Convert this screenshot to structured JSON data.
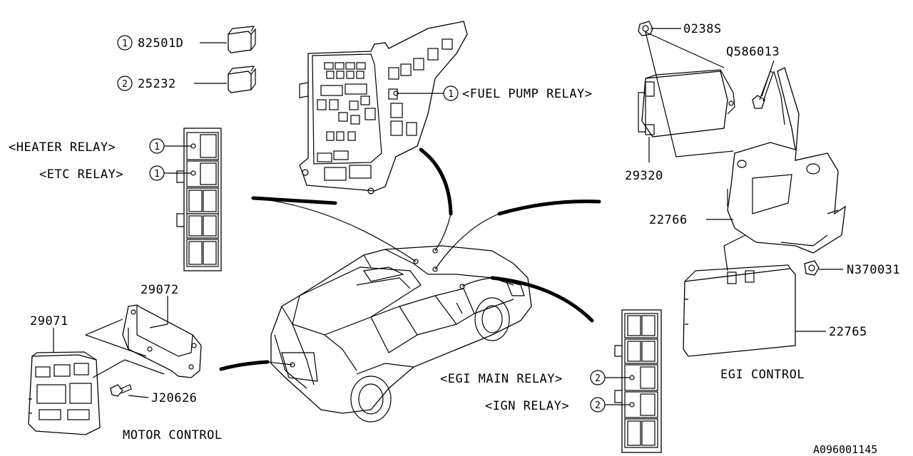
{
  "diagram": {
    "title_code": "A096001145",
    "callout_part_numbers": {
      "relay_1": "82501D",
      "relay_2": "25232"
    },
    "relay_labels": {
      "heater_relay": "<HEATER RELAY>",
      "etc_relay": "<ETC RELAY>",
      "fuel_pump_relay": "<FUEL PUMP RELAY>",
      "egi_main_relay": "<EGI MAIN RELAY>",
      "ign_relay": "<IGN RELAY>"
    },
    "callout_numbers": {
      "one": "1",
      "two": "2"
    },
    "parts": {
      "p0238s": "0238S",
      "q586013": "Q586013",
      "p29320": "29320",
      "p22766": "22766",
      "n370031": "N370031",
      "p22765": "22765",
      "p29072": "29072",
      "p29071": "29071",
      "j20626": "J20626"
    },
    "section_labels": {
      "egi_control": "EGI CONTROL",
      "motor_control": "MOTOR CONTROL"
    }
  }
}
